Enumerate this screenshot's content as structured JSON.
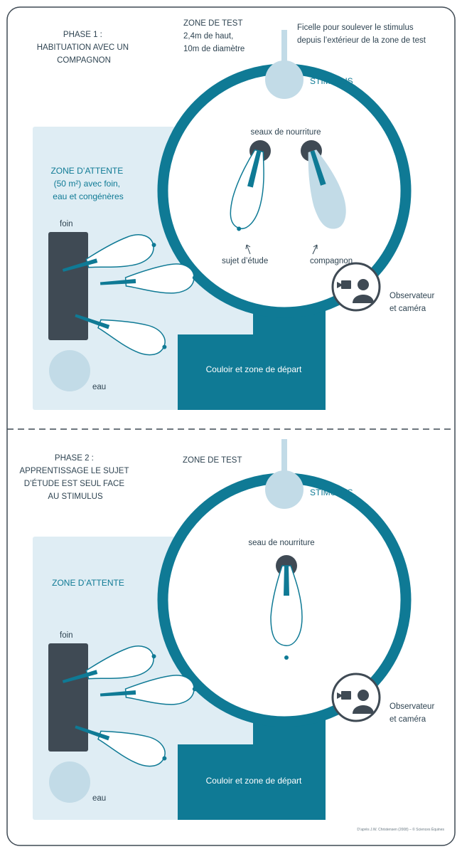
{
  "phase1": {
    "title": [
      "PHASE 1 :",
      "HABITUATION AVEC UN",
      "COMPAGNON"
    ],
    "test_zone": [
      "ZONE DE TEST",
      "2,4m de haut,",
      "10m de diamètre"
    ],
    "string_note": [
      "Ficelle pour soulever le stimulus",
      "depuis l’extérieur de la zone de test"
    ],
    "stimulus": "STIMULUS",
    "buckets": "seaux de nourriture",
    "waiting_zone": [
      "ZONE D’ATTENTE",
      "(50 m²) avec foin,",
      "eau et congénères"
    ],
    "hay": "foin",
    "water": "eau",
    "subject": "sujet d’étude",
    "companion": "compagnon",
    "observer": [
      "Observateur",
      "et caméra"
    ],
    "corridor": "Couloir et zone de départ"
  },
  "phase2": {
    "title": [
      "PHASE 2 :",
      "APPRENTISSAGE LE SUJET",
      "D’ÉTUDE EST SEUL FACE",
      "AU STIMULUS"
    ],
    "test_zone": "ZONE DE TEST",
    "stimulus": "STIMULUS",
    "bucket": "seau de nourriture",
    "waiting_zone": "ZONE D’ATTENTE",
    "hay": "foin",
    "water": "eau",
    "observer": [
      "Observateur",
      "et caméra"
    ],
    "corridor": "Couloir et zone de départ"
  },
  "credit": "D’après J.W. Christensen (2008) – © Sciences Équines",
  "colors": {
    "teal": "#0f7a95",
    "light_blue": "#c2dbe7",
    "pale_blue": "#dfedf4",
    "dark_slate": "#3f4a54",
    "text_dark": "#2f4452"
  }
}
